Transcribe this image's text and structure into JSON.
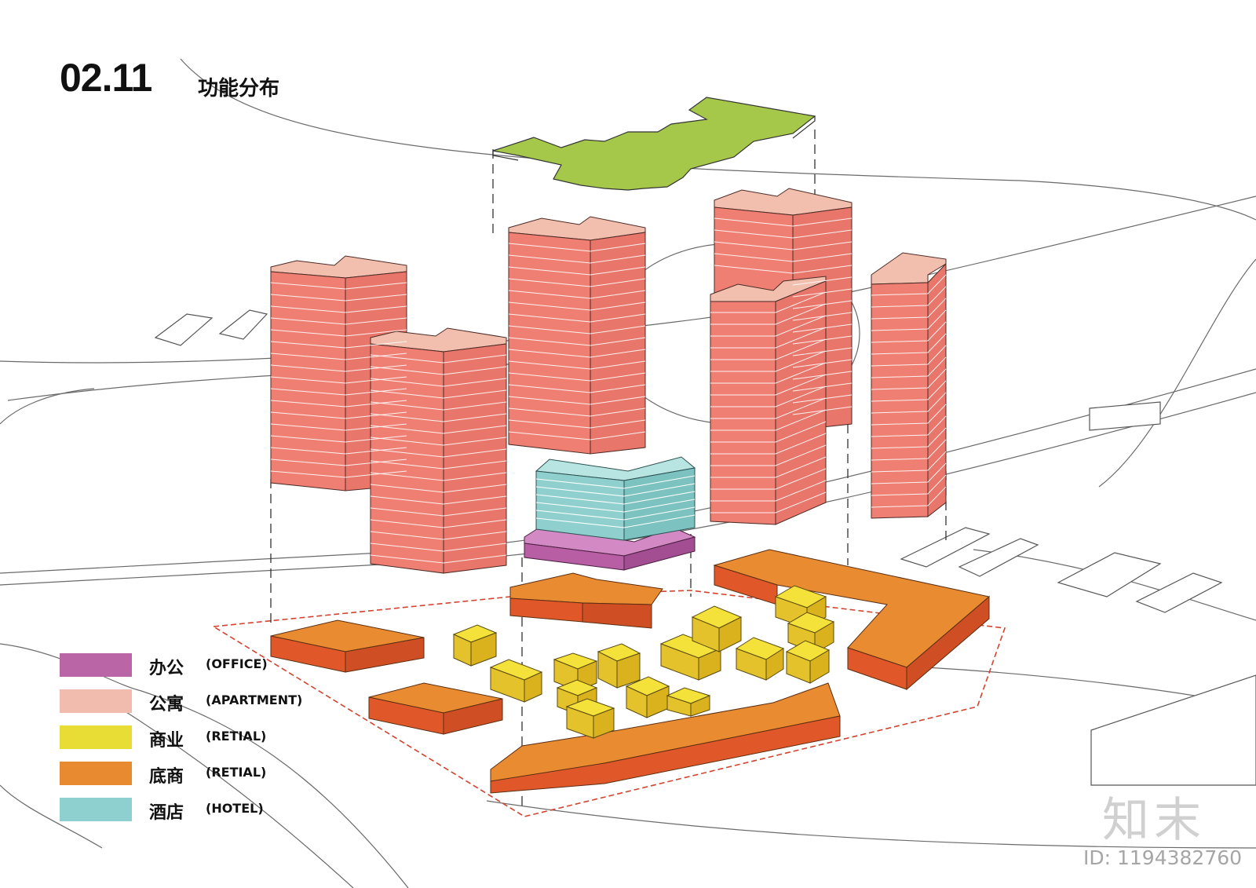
{
  "header": {
    "number": "02.11",
    "title": "功能分布"
  },
  "legend": [
    {
      "cn": "办公",
      "en": "(OFFICE)",
      "color": "#b965a6"
    },
    {
      "cn": "公寓",
      "en": "(APARTMENT)",
      "color": "#f1bcae"
    },
    {
      "cn": "商业",
      "en": "(RETIAL)",
      "color": "#e8dd34"
    },
    {
      "cn": "底商",
      "en": "(RETIAL)",
      "color": "#e88a30"
    },
    {
      "cn": "酒店",
      "en": "(HOTEL)",
      "color": "#8ecfcf"
    }
  ],
  "colors": {
    "tower_top": "#f2beae",
    "tower_left": "#ee7f72",
    "tower_right": "#e9766a",
    "hotel_front": "#8fd0cf",
    "hotel_top": "#b8e4e1",
    "office_front": "#b75ea4",
    "office_top": "#d38ac4",
    "podium_top": "#e98b31",
    "podium_side": "#e0582a",
    "retail_top": "#f4e13a",
    "retail_side": "#d9b21e",
    "roof_garden": "#a6c84a",
    "site_boundary": "#d2442f"
  },
  "watermark": {
    "brand": "知末",
    "id": "ID: 1194382760"
  }
}
